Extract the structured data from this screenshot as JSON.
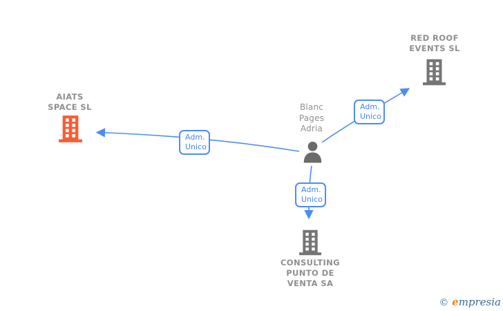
{
  "diagram": {
    "person": {
      "name_line1": "Blanc",
      "name_line2": "Pages",
      "name_line3": "Adria"
    },
    "companies": {
      "aiats": {
        "name_line1": "AIATS",
        "name_line2": "SPACE SL",
        "icon": "building-icon",
        "icon_color": "#fb5b32",
        "highlighted": true
      },
      "redroof": {
        "name_line1": "RED ROOF",
        "name_line2": "EVENTS SL",
        "icon": "building-icon",
        "icon_color": "#757575",
        "highlighted": false
      },
      "consulting": {
        "name_line1": "CONSULTING",
        "name_line2": "PUNTO DE",
        "name_line3": "VENTA SA",
        "icon": "building-icon",
        "icon_color": "#757575",
        "highlighted": false
      }
    },
    "edges": {
      "person_to_aiats": {
        "label_line1": "Adm.",
        "label_line2": "Unico"
      },
      "person_to_redroof": {
        "label_line1": "Adm.",
        "label_line2": "Unico"
      },
      "person_to_consulting": {
        "label_line1": "Adm.",
        "label_line2": "Unico"
      }
    },
    "colors": {
      "edge_blue": "#4d8cf5",
      "edge_label_text": "#4285f4",
      "highlight_orange": "#fb5b32",
      "entity_gray": "#757575",
      "person_gray": "#6b6b6b",
      "node_text_gray": "#8f8f8f"
    }
  },
  "footer": {
    "copyright_symbol": "©",
    "brand_initial": "e",
    "brand_rest": "mpresia"
  }
}
